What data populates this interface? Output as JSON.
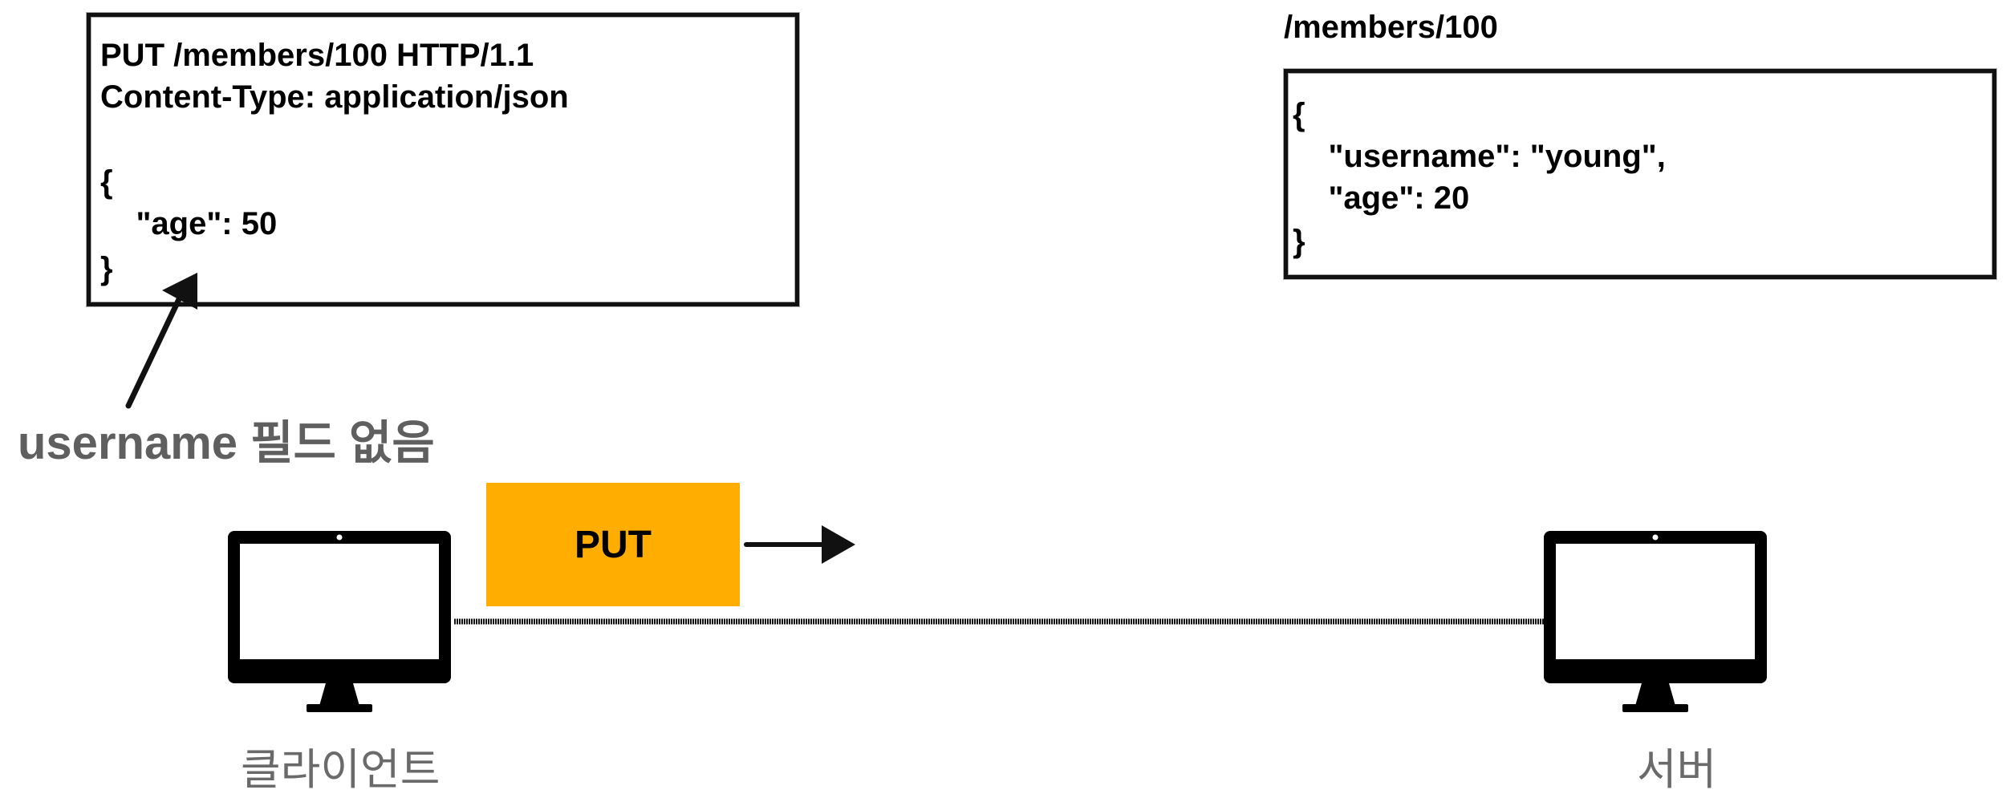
{
  "request": {
    "lines": [
      "PUT /members/100 HTTP/1.1",
      "Content-Type: application/json",
      "",
      "{",
      "    \"age\": 50",
      "}"
    ]
  },
  "resource": {
    "path_label": "/members/100",
    "lines": [
      "{",
      "    \"username\": \"young\",",
      "    \"age\": 20",
      "}"
    ]
  },
  "annotation": {
    "text": "username 필드 없음"
  },
  "method": {
    "label": "PUT"
  },
  "client": {
    "label": "클라이언트",
    "icon": "desktop-monitor-icon"
  },
  "server": {
    "label": "서버",
    "icon": "desktop-monitor-icon"
  },
  "colors": {
    "method_fill": "#FFAD00",
    "note_text": "#5F5F5F",
    "device_label": "#6A6A6A",
    "stroke": "#111111"
  }
}
